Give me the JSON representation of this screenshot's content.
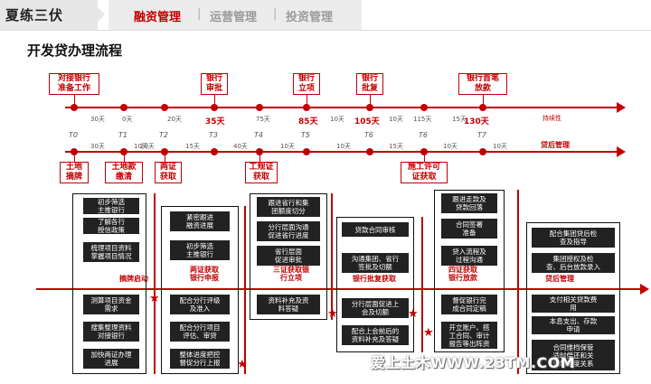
{
  "header": {
    "brand": "夏练三伏",
    "nav": [
      {
        "label": "融资管理",
        "active": true
      },
      {
        "label": "运营管理",
        "active": false
      },
      {
        "label": "投资管理",
        "active": false
      }
    ],
    "separator": "|"
  },
  "page_title": "开发贷办理流程",
  "top_timeline": {
    "milestones": [
      {
        "label": "对接银行\n准备工作"
      },
      {
        "label": "银行\n审批"
      },
      {
        "label": "银行\n立项"
      },
      {
        "label": "银行\n批复"
      },
      {
        "label": "银行首笔\n放款"
      }
    ],
    "gaps": [
      "30天",
      "0天",
      "20天",
      "75天",
      "10天",
      "10天",
      "115天",
      "15天"
    ],
    "day_marks": [
      "35天",
      "85天",
      "105天",
      "130天"
    ],
    "end_label": "持续性",
    "t_labels": [
      "T0",
      "T1",
      "T2",
      "T3",
      "T4",
      "T5",
      "T6",
      "T7"
    ]
  },
  "bottom_timeline": {
    "gaps": [
      "30天",
      "10天",
      "20天",
      "15天",
      "40天",
      "10天",
      "10天",
      "15天",
      "10天",
      "10天"
    ],
    "end_label": "贷后管理",
    "milestones": [
      {
        "label": "土地\n摘牌"
      },
      {
        "label": "土地款\n缴清"
      },
      {
        "label": "两证\n获取"
      },
      {
        "label": "工规证\n获取"
      },
      {
        "label": "施工许可\n证获取"
      }
    ]
  },
  "phases": [
    {
      "label": "摘牌启动"
    },
    {
      "label": "两证获取\n银行申报"
    },
    {
      "label": "三证获取银\n行立项"
    },
    {
      "label": "银行批复获取"
    },
    {
      "label": "四证获取\n银行放款"
    },
    {
      "label": "贷后管理"
    }
  ],
  "tasks": {
    "col1": [
      "初步筛选\n主推银行",
      "了解各行\n授信政策",
      "梳理项目资料\n掌握项目情况",
      "测算项目资金\n需求",
      "搜集整理资料\n对接银行",
      "加快两证办理\n进展"
    ],
    "col2": [
      "紧密跟进\n融资进展",
      "初步筛选\n主推银行",
      "配合分行评级\n及准入",
      "配合分行项目\n评估、审贷",
      "整体进度把控\n督促分行上报"
    ],
    "col3": [
      "跟进省行和集\n团额度切分",
      "分行层面沟通\n促进省行进度",
      "省行层面\n促进审批",
      "资料补充及资\n料答疑"
    ],
    "col4": [
      "贷款合同审核",
      "沟通集团、省行\n签批及切额",
      "分行层面促进上\n会及切额",
      "配合上会前后的\n资料补充及答疑"
    ],
    "col5": [
      "跟进走款及\n贷款回落",
      "合同签署\n准备",
      "贷入流程及\n过程沟通",
      "督促银行完\n成合同定稿",
      "开立账户、搭\n工合同、审计\n报告等出阵资"
    ],
    "col6": [
      "配合集团贷后检\n查及指导",
      "集团授权及检\n查、后台放款录入",
      "支付相关贷款费\n用",
      "本息支出、存款\n申请",
      "合同维档保管\n适时偿还和关\n注思维度关系"
    ]
  },
  "watermark": "爱上土木WWW.23TM.COM"
}
